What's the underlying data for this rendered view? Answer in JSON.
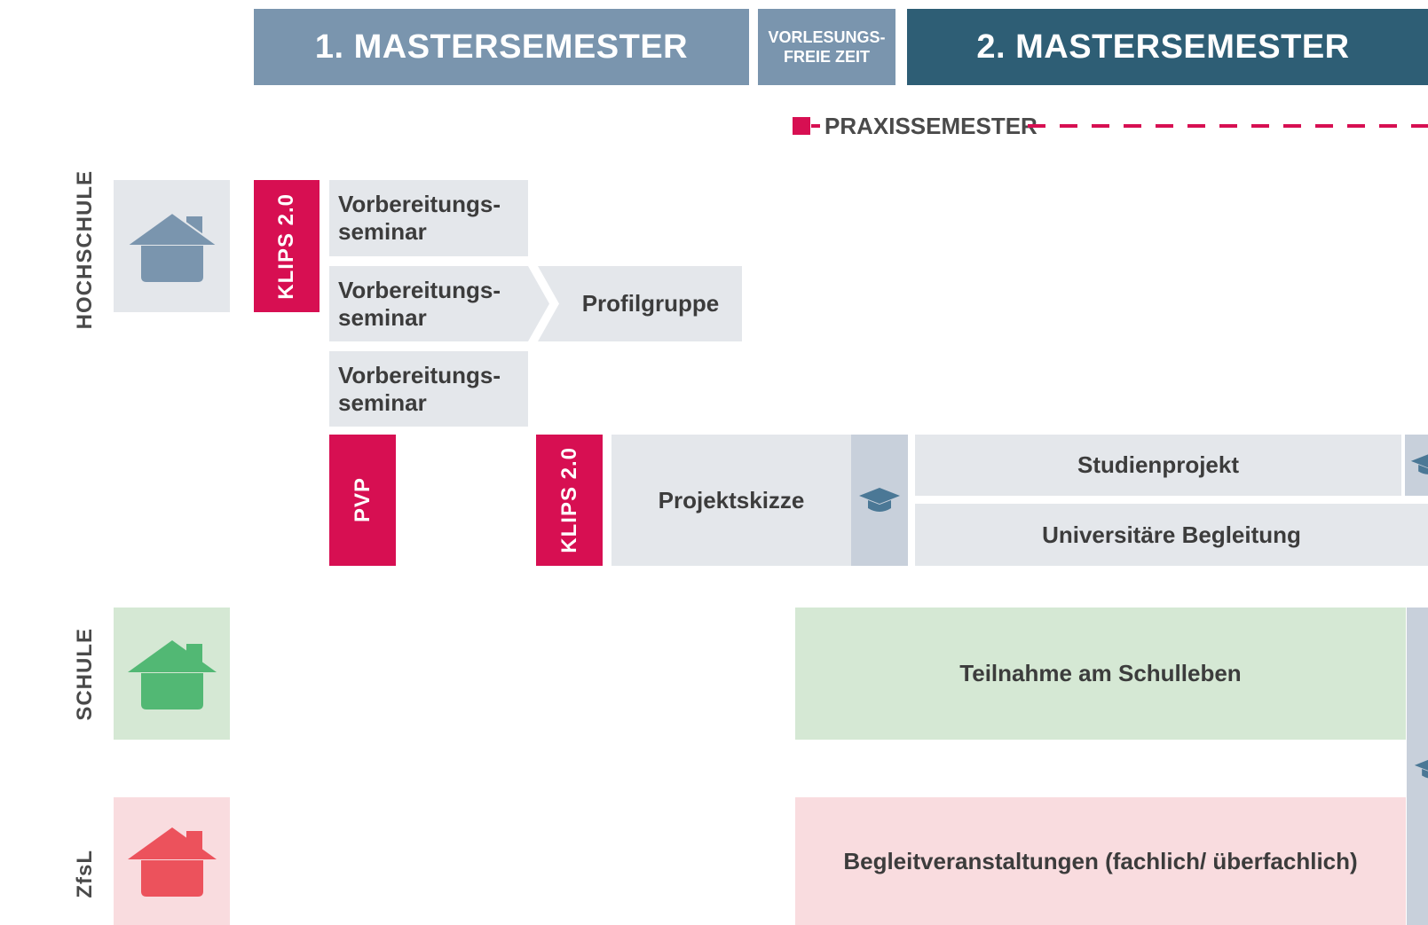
{
  "header": {
    "semester1": "1. MASTERSEMESTER",
    "break_line1": "VORLESUNGS-",
    "break_line2": "FREIE ZEIT",
    "semester2": "2. MASTERSEMESTER"
  },
  "praxissemester": {
    "label": "PRAXISSEMESTER"
  },
  "rows": {
    "hochschule": "HOCHSCHULE",
    "schule": "SCHULE",
    "zfsl": "ZfsL"
  },
  "hochschule": {
    "klips_top": "KLIPS 2.0",
    "seminar1_line1": "Vorbereitungs-",
    "seminar1_line2": "seminar",
    "seminar2_line1": "Vorbereitungs-",
    "seminar2_line2": "seminar",
    "profilgruppe": "Profilgruppe",
    "seminar3_line1": "Vorbereitungs-",
    "seminar3_line2": "seminar",
    "pvp": "PVP",
    "klips_bottom": "KLIPS 2.0",
    "projektskizze": "Projektskizze",
    "studienprojekt": "Studienprojekt",
    "begleitung": "Universitäre Begleitung"
  },
  "schule": {
    "teilnahme": "Teilnahme am Schulleben"
  },
  "zfsl": {
    "begleitveranstaltungen": "Begleitveranstaltungen (fachlich/ überfachlich)"
  },
  "colors": {
    "semester1": "#7a95ae",
    "semester2": "#2e5e75",
    "accent_pink": "#d70f52",
    "house_hochschule": "#7a95ae",
    "house_schule": "#52b874",
    "house_zfsl": "#ec525c",
    "cap_icon": "#4b7896"
  },
  "icons": [
    "house-icon",
    "graduation-cap-icon"
  ]
}
